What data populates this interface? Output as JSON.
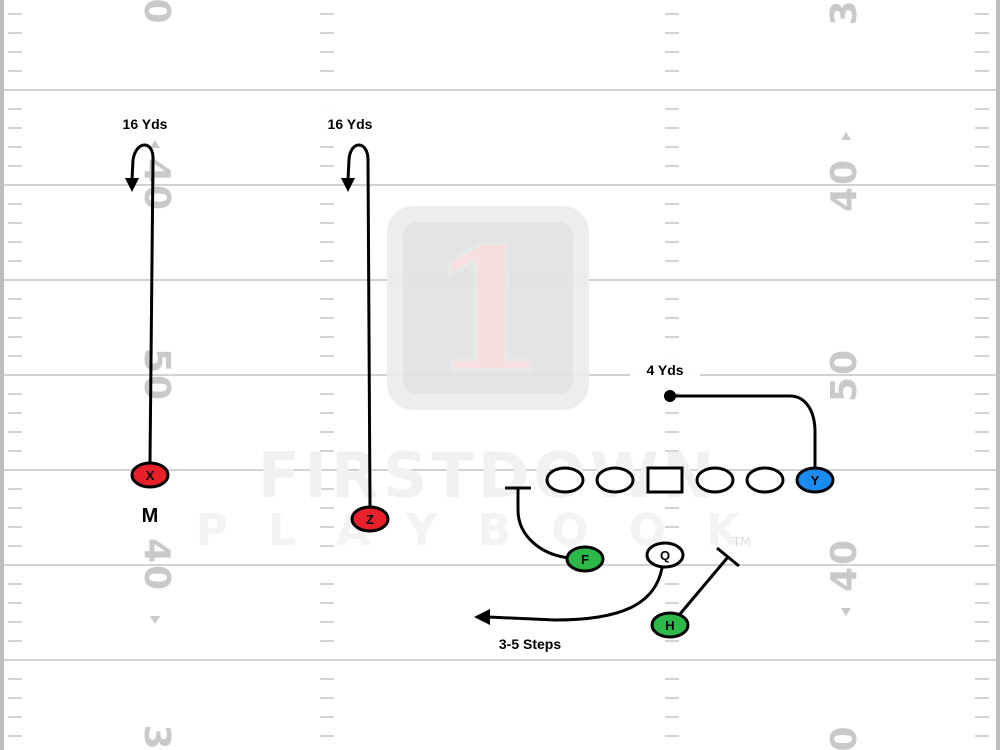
{
  "field": {
    "yard_numbers": {
      "left": [
        "0",
        "40",
        "50",
        "40",
        "3"
      ],
      "right": [
        "3",
        "40",
        "50",
        "40",
        "0"
      ]
    }
  },
  "watermark": {
    "logo_digit": "1",
    "line1": "FIRSTDOWN",
    "line2": "PLAYBOOK",
    "trademark": "TM"
  },
  "players": [
    {
      "id": "X",
      "label": "X",
      "color": "#e8202a"
    },
    {
      "id": "Z",
      "label": "Z",
      "color": "#e8202a"
    },
    {
      "id": "F",
      "label": "F",
      "color": "#2db84a"
    },
    {
      "id": "Q",
      "label": "Q",
      "color": "#ffffff"
    },
    {
      "id": "H",
      "label": "H",
      "color": "#2db84a"
    },
    {
      "id": "Y",
      "label": "Y",
      "color": "#1a8cf0"
    }
  ],
  "offensive_line": {
    "count": 5,
    "center_shape": "square",
    "others_shape": "oval"
  },
  "position_tag": "M",
  "route_labels": {
    "x_route": "16 Yds",
    "z_route": "16 Yds",
    "y_route": "4 Yds",
    "qb_drop": "3-5 Steps"
  }
}
